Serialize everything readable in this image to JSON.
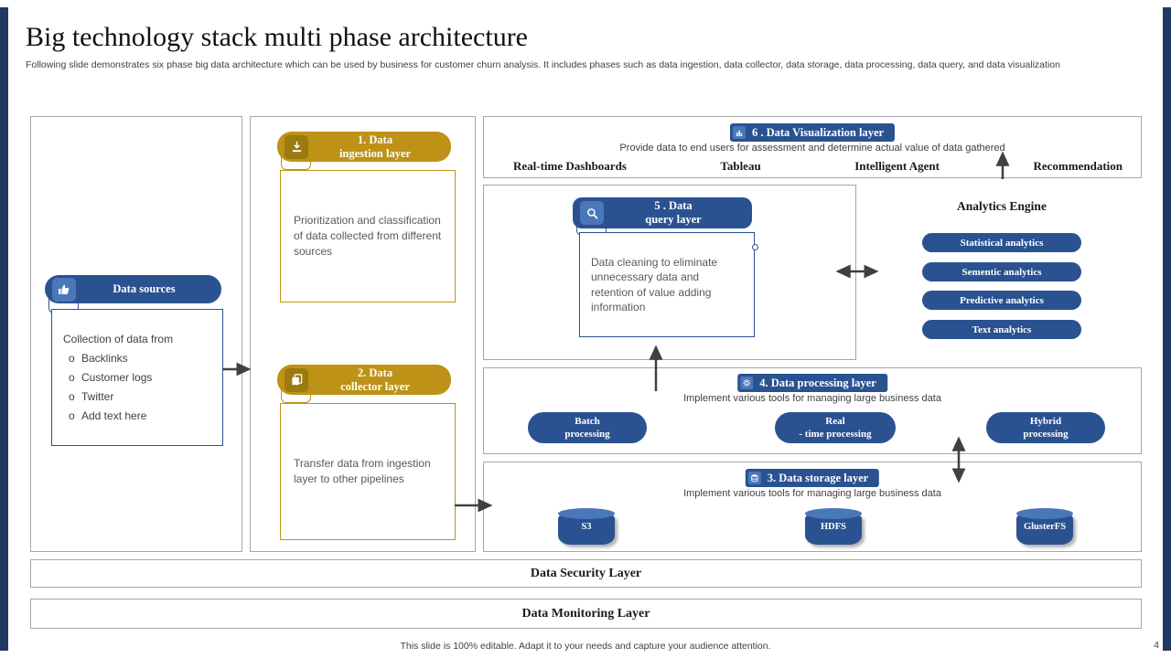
{
  "slide": {
    "title": "Big technology stack multi phase architecture",
    "subtitle": "Following slide demonstrates six phase big data architecture which can be used by business for customer churn analysis. It includes phases such as data ingestion, data collector, data storage, data processing, data query, and data visualization",
    "footer": "This slide is 100% editable.  Adapt it to your  needs and capture your audience attention.",
    "page_number": "4"
  },
  "colors": {
    "blue": "#2a5291",
    "gold": "#bd9216",
    "edge_bar": "#1f3864",
    "box_border": "#a6a6a6"
  },
  "icons": {
    "data_sources": "thumbs-up-icon",
    "ingestion": "download-icon",
    "collector": "copy-icon",
    "visualization": "bar-chart-icon",
    "query": "magnifier-icon",
    "processing": "gear-icon",
    "storage": "database-icon"
  },
  "data_sources": {
    "label": "Data sources",
    "heading": "Collection of data from",
    "bullet": "o",
    "items": [
      "Backlinks",
      "Customer logs",
      "Twitter",
      "Add text here"
    ]
  },
  "ingestion_layer": {
    "label": "1. Data\ningestion layer",
    "description": "Prioritization and classification of data collected from different  sources"
  },
  "collector_layer": {
    "label": "2. Data\ncollector  layer",
    "description": "Transfer  data from  ingestion layer to other pipelines"
  },
  "visualization_layer": {
    "label": "6 . Data Visualization layer",
    "description": "Provide data to end users for assessment and determine actual value of data gathered",
    "items": [
      "Real-time Dashboards",
      "Tableau",
      "Intelligent Agent",
      "Recommendation"
    ]
  },
  "query_layer": {
    "label": "5 . Data\nquery layer",
    "description": "Data  cleaning to eliminate unnecessary  data and retention  of value adding  information"
  },
  "analytics_engine": {
    "title": "Analytics Engine",
    "items": [
      "Statistical analytics",
      "Sementic analytics",
      "Predictive analytics",
      "Text analytics"
    ]
  },
  "processing_layer": {
    "label": "4. Data processing layer",
    "description": "Implement various tools for managing large business data",
    "items": [
      "Batch\nprocessing",
      "Real\n- time processing",
      "Hybrid\nprocessing"
    ]
  },
  "storage_layer": {
    "label": "3. Data storage layer",
    "description": "Implement various tools for managing large business data",
    "items": [
      "S3",
      "HDFS",
      "GlusterFS"
    ]
  },
  "security_layer": {
    "label": "Data Security Layer"
  },
  "monitoring_layer": {
    "label": "Data Monitoring Layer"
  }
}
